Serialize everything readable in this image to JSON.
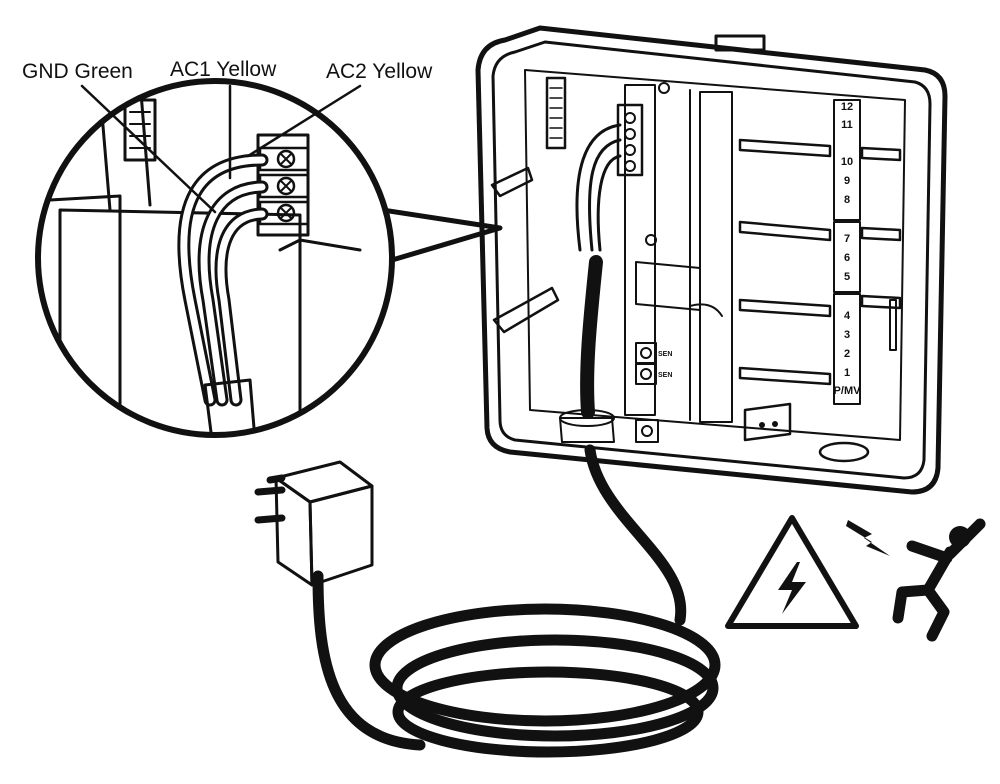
{
  "callouts": {
    "gnd": "GND Green",
    "ac1": "AC1 Yellow",
    "ac2": "AC2 Yellow"
  },
  "zone_numbers": [
    "12",
    "11",
    "10",
    "9",
    "8",
    "7",
    "6",
    "5",
    "4",
    "3",
    "2",
    "1"
  ],
  "pmv_label": "P/MV",
  "sensor_labels": [
    "SEN",
    "SEN"
  ],
  "icons": [
    "electric-shock-warning-icon",
    "electrocution-person-icon"
  ],
  "colors": {
    "line": "#111111",
    "transformer": "#8a8a8a",
    "cable": "#111111"
  }
}
